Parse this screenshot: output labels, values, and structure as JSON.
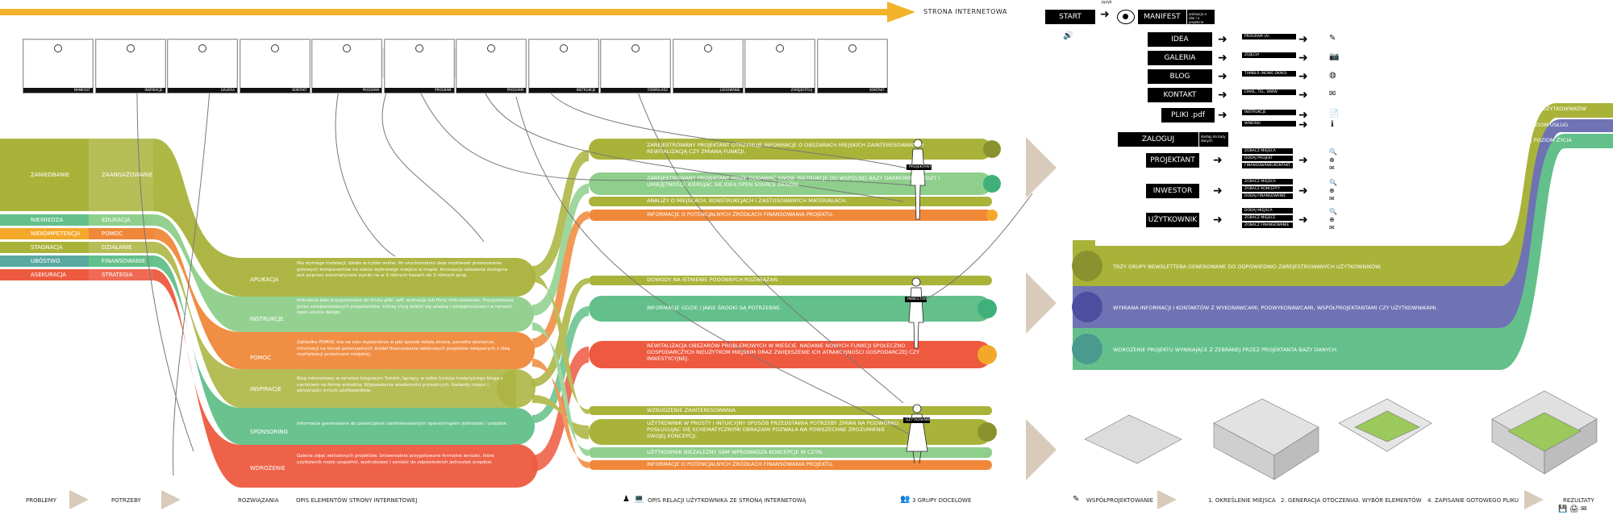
{
  "header": {
    "title": "STRONA INTERNETOWA"
  },
  "colors": {
    "olive": "#a9b33a",
    "green": "#63c08a",
    "orange": "#f0883a",
    "lightgreen": "#8fcf8c",
    "red": "#ee5a40",
    "amber": "#f3a82a",
    "blue": "#6f73b3",
    "teal": "#5aa9a1",
    "beige": "#d8cbbb",
    "arrow": "#f2b22a"
  },
  "thumbnails": [
    {
      "caption": "MANIFEST"
    },
    {
      "caption": "INSPIRACJE"
    },
    {
      "caption": "GALERIA"
    },
    {
      "caption": "KONTAKT"
    },
    {
      "caption": "PROGRAM"
    },
    {
      "caption": "PROGRAM"
    },
    {
      "caption": "PROGRAM"
    },
    {
      "caption": "INSTRUKCJE"
    },
    {
      "caption": "FORMULARZ"
    },
    {
      "caption": "LOGOWANIE"
    },
    {
      "caption": "ZAREJESTRUJ"
    },
    {
      "caption": "KONTAKT"
    }
  ],
  "left_rows": [
    {
      "problem": "ZANIEDBANIE",
      "need": "ZAANGAŻOWANIE"
    },
    {
      "problem": "NIEWIEDZA",
      "need": "EDUKACJA"
    },
    {
      "problem": "NIEKOMPETENCJA",
      "need": "POMOC"
    },
    {
      "problem": "STAGNACJA",
      "need": "DZIAŁANIE"
    },
    {
      "problem": "UBÓSTWO",
      "need": "FINANSOWANIE"
    },
    {
      "problem": "ASEKURACJA",
      "need": "STRATEGIA"
    }
  ],
  "solutions": [
    {
      "label": "APLIKACJA",
      "desc": "Nie wymaga instalacji, działa w trybie online. Po uruchomieniu daje możliwość przeszukania gotowych komponentów na siatce wybranego miejsca w mapie. Koncepcja składania dostępna jest poprzez automatyczne wyniki na w 3 różnych bazach do 3 różnych grup.",
      "color": "#a9b33a"
    },
    {
      "label": "INSTRUKCJE",
      "desc": "Instrukcje jako przygotowane do druku pliki .pdf, animacje lub filmy instruktażowe. Przygotowane przez zarejestrowanych projektantów, którzy chcą dzielić się wiedzą i umiejętnościami w ramach open source design.",
      "color": "#8fcf8c"
    },
    {
      "label": "POMOC",
      "desc": "Zakładka POMOC ma na celu wyjaśnienie w jaki sposób działa strona, ponadto dostarcza informacji na temat potencjalnych źródeł finansowania właściwych projektów związanych z ideą rewitalizacji przestrzeni miejskiej.",
      "color": "#f0883a"
    },
    {
      "label": "INSPIRACJE",
      "desc": "Blog internetowy w serwisie blogowym Tumblr, łączący w sobie funkcje tradycyjnego bloga z naciskiem na formę wizualną. Wyposażenie wiadomości prywatnych. Gwiazdy miejsc i aktywności innych użytkowników.",
      "color": "#a9b33a"
    },
    {
      "label": "SPONSORING",
      "desc": "Informacje generowane do potencjalnie zainteresowanych sponsoringiem jednostek i urzędów.",
      "color": "#63c08a"
    },
    {
      "label": "WDROŻENIE",
      "desc": "Galeria zdjęć wdrożonych projektów. Uniwersalnie przygotowane formalne wnioski, które użytkownik może uzupełnić, wydrukować i zanieść do odpowiednich jednostek urzędów.",
      "color": "#ee5a40"
    }
  ],
  "relations": [
    {
      "text": "ZAREJESTROWANY PROJEKTANT OTRZYMUJE INFORMACJE O OBSZARACH MIEJSKICH ZAINTERESOWANYCH REWITALIZACJĄ CZY ZMIANĄ FUNKCJI.",
      "color": "#a9b33a"
    },
    {
      "text": "ZAREJESTROWANY PROJEKTANT MOŻE DODAWAĆ SWOJE INSTRUKCJE DO WSPÓLNEJ BAZY DARMOWEJ WIEDZY I UMIEJĘTNOŚCI, KIERUJĄC SIĘ IDEĄ OPEN SOURCE DESIGN.",
      "color": "#8fcf8c"
    },
    {
      "text": "ANALIZY O MIEJSCACH, KONSTRUKCJACH I ZASTOSOWANYCH MATERIAŁACH.",
      "color": "#a9b33a"
    },
    {
      "text": "INFORMACJE O POTENCJALNYCH ŹRÓDŁACH FINANSOWANIA PROJEKTU.",
      "color": "#f0883a"
    },
    {
      "text": "DOWODY NA ISTNIENIE PODOBNYCH ROZWIĄZAŃ.",
      "color": "#a9b33a"
    },
    {
      "text": "INFORMACJE GDZIE I JAKIE ŚRODKI SĄ POTRZEBNE.",
      "color": "#63c08a"
    },
    {
      "text": "REWITALIZACJA OBSZARÓW PROBLEMOWYCH W MIEŚCIE. NADANIE NOWYCH FUNKCJI SPOŁECZNO GOSPODARCZYCH NIEUŻYTKOM MIEJSKIM ORAZ ZWIĘKSZENIE ICH ATRAKCYJNOŚCI GOSPODARCZEJ CZY INWESTYCYJNEJ.",
      "color": "#ee5a40"
    },
    {
      "text": "WZBUDZENIE ZAINTERESOWANIA.",
      "color": "#a9b33a"
    },
    {
      "text": "UŻYTKOWNIK W PROSTY I INTUICYJNY SPOSÓB PRZEDSTAWIA POTRZEBY ZMIAN NA PODWÓRKU, POSŁUGUJĄC SIĘ SCHEMATYCZNYMI OBRAZAMI POZWALA NA POWSZECHNE ZROZUMIENIE SWOJEJ KONCEPCJI.",
      "color": "#a9b33a"
    },
    {
      "text": "UŻYTKOWNIK NIEZALEŻNY SAM WPROWADZA KONCEPCJE W CZYN.",
      "color": "#8fcf8c"
    },
    {
      "text": "INFORMACJE O POTENCJALNYCH ŹRÓDŁACH FINANSOWANIA PROJEKTU.",
      "color": "#f0883a"
    }
  ],
  "figures": [
    {
      "tag": "PROJEKTANT"
    },
    {
      "tag": "INWESTOR"
    },
    {
      "tag": "UŻYTKOWNIK"
    }
  ],
  "sitemap": {
    "start": "START",
    "eye_label": "język",
    "manifest": "MANIFEST",
    "manifest_note": "animacja o idei i o projekcie",
    "items": [
      {
        "label": "IDEA",
        "sub": "PROGRAM (A)"
      },
      {
        "label": "GALERIA",
        "sub": "ZDJĘCIA"
      },
      {
        "label": "BLOG",
        "sub": "TUMBLR (NOWE OKNO)"
      },
      {
        "label": "KONTAKT",
        "sub": "EMAIL, TEL, WWW"
      },
      {
        "label": "PLIKI .pdf",
        "sub": "INSTRUKCJE"
      }
    ],
    "pdf_sub2": "WNIOSKI",
    "login": "ZALOGUJ",
    "login_note": "dostęp do bazy danych",
    "roles": [
      {
        "label": "PROJEKTANT",
        "subs": [
          "ZOBACZ MIEJSCA",
          "DODAJ PROJEKT",
          "FINANSOWANIE/KONTAKT"
        ]
      },
      {
        "label": "INWESTOR",
        "subs": [
          "ZOBACZ MIEJSCA",
          "ZOBACZ KONCEPTY",
          "DODAJ FINANSOWANIE"
        ]
      },
      {
        "label": "UŻYTKOWNIK",
        "subs": [
          "DODAJ MIEJSCA",
          "ZOBACZ MIEJSCE",
          "ZOBACZ FINANSOWANIE"
        ]
      }
    ]
  },
  "results_right": [
    {
      "text": "ROŚNIE LICZBA UŻYTKOWNIKÓW",
      "color": "#a9b33a"
    },
    {
      "text": "WZRASTA POZIOM USŁUG",
      "color": "#6f73b3"
    },
    {
      "text": "ZMIENIA SIĘ POZIOM ŻYCIA",
      "color": "#63c08a"
    }
  ],
  "outcomes": [
    {
      "text": "TRZY GRUPY NEWSLETTERA GENEROWANE DO ODPOWIEDNIO ZAREJESTROWANYCH UŻYTKOWNIKÓW.",
      "color": "#a9b33a"
    },
    {
      "text": "WYMIANA INFORMACJI I KONTAKTÓW Z WYKONAWCAMI, PODWYKONAWCAMI, WSPÓŁPROJEKTANTAMI CZY UŻYTKOWNIKAMI.",
      "color": "#6f73b3"
    },
    {
      "text": "WDROŻENIE PROJEKTU WYNIKAJĄCE Z ZEBRANEJ PRZEZ PROJEKTANTA BAZY DANYCH.",
      "color": "#5aa9a1"
    }
  ],
  "footer": {
    "problems": "PROBLEMY",
    "needs": "POTRZEBY",
    "solutions": "ROZWIĄZANIA",
    "solutions_desc": "OPIS ELEMENTÓW STRONY INTERNETOWEJ",
    "relations": "OPIS RELACJI UŻYTKOWNIKA ZE STRONĄ INTERNETOWĄ",
    "groups": "3 GRUPY DOCELOWE",
    "codesign": "WSPÓŁPROJEKTOWANIE",
    "step1": "1. OKREŚLENIE MIEJSCA",
    "step2": "2. GENERACJA OTOCZENIA",
    "step3": "3. WYBÓR ELEMENTÓW",
    "step4": "4. ZAPISANIE GOTOWEGO PLIKU",
    "results": "REZULTATY"
  }
}
